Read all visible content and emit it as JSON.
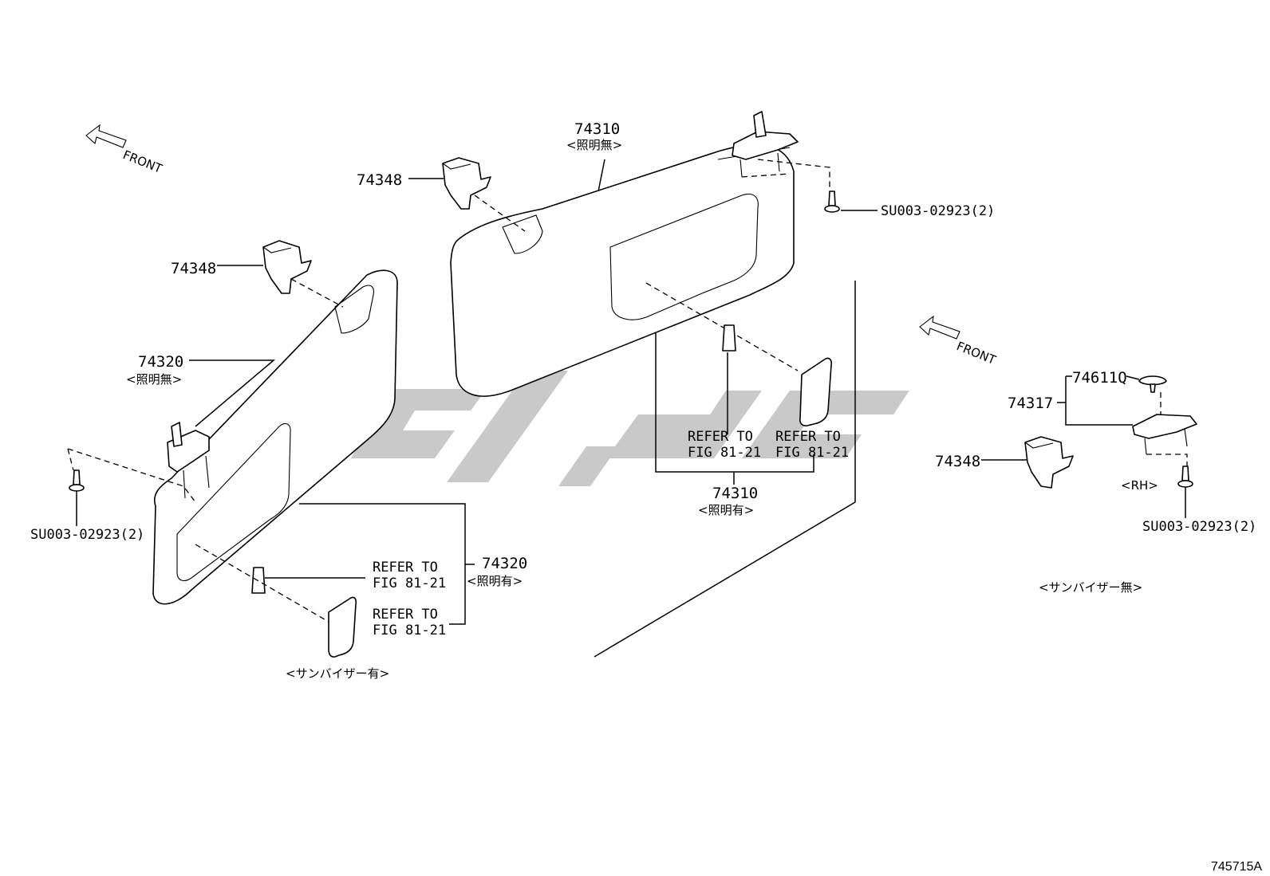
{
  "front_labels": [
    "FRONT",
    "FRONT"
  ],
  "callouts": {
    "p74310_top": "74310",
    "p74310_top_note": "<照明無>",
    "p74348_a": "74348",
    "p74348_b": "74348",
    "p74348_c": "74348",
    "p74320_top": "74320",
    "p74320_top_note": "<照明無>",
    "su_left": "SU003-02923(2)",
    "su_top": "SU003-02923(2)",
    "su_right": "SU003-02923(2)",
    "p74320_bot": "74320",
    "p74320_bot_note": "<照明有>",
    "p74310_bot": "74310",
    "p74310_bot_note": "<照明有>",
    "p74611q": "74611Q",
    "p74317": "74317",
    "rh": "<RH>"
  },
  "refer": {
    "line1": "REFER TO",
    "line2": "FIG 81-21"
  },
  "notes": {
    "with_visor": "<サンバイザー有>",
    "without_visor": "<サンバイザー無>"
  },
  "figure_code": "745715A"
}
